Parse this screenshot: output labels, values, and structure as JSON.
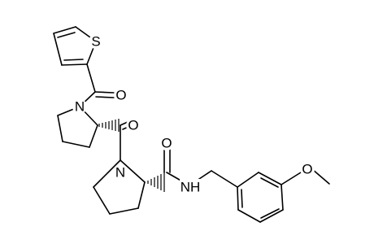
{
  "molecule": {
    "atom_labels": {
      "thiophene_sulfur": "S",
      "acyl_carbonyl_oxygen": "O",
      "proline1_nitrogen": "N",
      "proline1_carbonyl_oxygen": "O",
      "proline2_nitrogen": "N",
      "amide_carbonyl_oxygen": "O",
      "amide_nitrogen": "NH",
      "methoxy_oxygen": "O"
    },
    "stereocenters": [
      "proline1-alpha-carbon",
      "proline2-alpha-carbon"
    ],
    "colors": {
      "bond": "#000000",
      "background": "#ffffff"
    }
  }
}
